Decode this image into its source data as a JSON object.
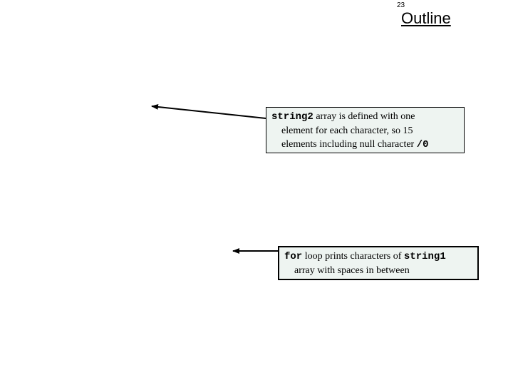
{
  "slide": {
    "page_number": "23",
    "title": "Outline"
  },
  "colors": {
    "box_fill": "#eef4f1",
    "box_border": "#000000",
    "arrow": "#000000",
    "text": "#000000"
  },
  "callouts": [
    {
      "name": "callout-box-string2",
      "lines": [
        [
          {
            "text": "string2",
            "mono": true
          },
          {
            "text": " array is defined with one",
            "mono": false
          }
        ],
        [
          {
            "text": "element for each character, so 15",
            "mono": false
          }
        ],
        [
          {
            "text": "elements including null character ",
            "mono": false
          },
          {
            "text": "/0",
            "mono": true
          }
        ]
      ]
    },
    {
      "name": "callout-box-for-loop",
      "lines": [
        [
          {
            "text": "for",
            "mono": true
          },
          {
            "text": " loop prints characters of ",
            "mono": false
          },
          {
            "text": "string1",
            "mono": true
          }
        ],
        [
          {
            "text": "array with spaces in between",
            "mono": false
          }
        ]
      ]
    }
  ]
}
